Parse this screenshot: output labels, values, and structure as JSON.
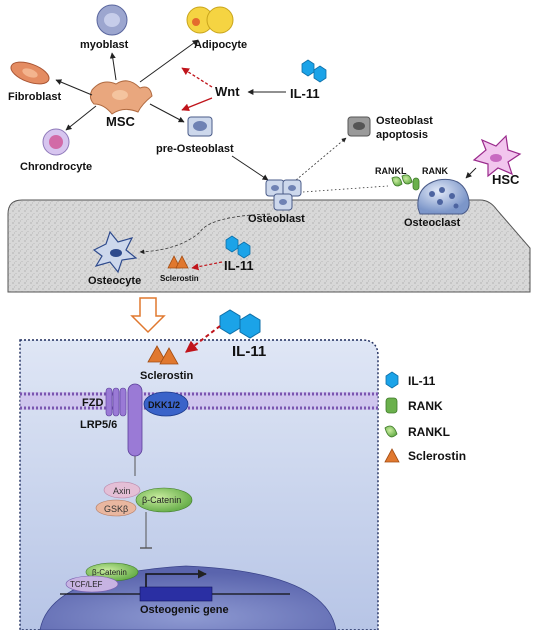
{
  "labels": {
    "myoblast": "myoblast",
    "adipocyte": "Adipocyte",
    "fibroblast": "Fibroblast",
    "msc": "MSC",
    "wnt": "Wnt",
    "il11_top": "IL-11",
    "chondrocyte": "Chrondrocyte",
    "pre_osteoblast": "pre-Osteoblast",
    "osteoblast_apoptosis_1": "Osteoblast",
    "osteoblast_apoptosis_2": "apoptosis",
    "rankl": "RANKL",
    "rank": "RANK",
    "hsc": "HSC",
    "osteoblast": "Osteoblast",
    "osteoclast": "Osteoclast",
    "osteocyte": "Osteocyte",
    "il11_bone": "IL-11",
    "sclerostin_bone": "Sclerostin",
    "il11_cell": "IL-11",
    "sclerostin_cell": "Sclerostin",
    "fzd": "FZD",
    "dkk": "DKK1/2",
    "lrp": "LRP5/6",
    "axin": "Axin",
    "beta_catenin": "β-Catenin",
    "gsk": "GSKβ",
    "beta_catenin_nucleus": "β-Catenin",
    "tcf": "TCF/LEF",
    "gene": "Osteogenic gene"
  },
  "legend": [
    {
      "icon": "il11-hexagon-icon",
      "label": "IL-11",
      "color": "#1ba3e8"
    },
    {
      "icon": "rank-cylinder-icon",
      "label": "RANK",
      "color": "#6ab04c"
    },
    {
      "icon": "rankl-leaf-icon",
      "label": "RANKL",
      "color": "#6ab04c"
    },
    {
      "icon": "sclerostin-triangle-icon",
      "label": "Sclerostin",
      "color": "#e0782f"
    }
  ],
  "colors": {
    "il11": "#1ba3e8",
    "sclerostin": "#e0782f",
    "rank": "#6ab04c",
    "inhibit_arrow": "#c0141b",
    "bone": "#d3d3d3",
    "cell_bg": "#c9d5ec",
    "nucleus": "#6470b5",
    "receptor": "#9a7ad6"
  }
}
